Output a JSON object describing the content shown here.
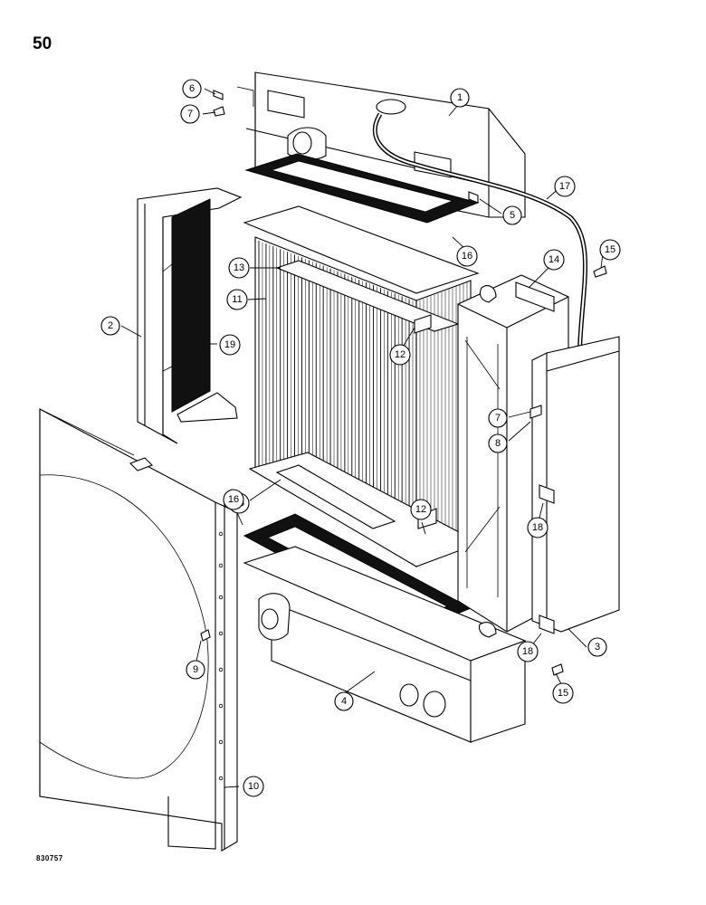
{
  "page": {
    "number": "50",
    "figure_code": "830757"
  },
  "callouts": [
    {
      "label": "1"
    },
    {
      "label": "2"
    },
    {
      "label": "3"
    },
    {
      "label": "4"
    },
    {
      "label": "5"
    },
    {
      "label": "6"
    },
    {
      "label": "7"
    },
    {
      "label": "7"
    },
    {
      "label": "8"
    },
    {
      "label": "9"
    },
    {
      "label": "10"
    },
    {
      "label": "11"
    },
    {
      "label": "12"
    },
    {
      "label": "12"
    },
    {
      "label": "13"
    },
    {
      "label": "13"
    },
    {
      "label": "14"
    },
    {
      "label": "15"
    },
    {
      "label": "15"
    },
    {
      "label": "16"
    },
    {
      "label": "16"
    },
    {
      "label": "17"
    },
    {
      "label": "18"
    },
    {
      "label": "18"
    },
    {
      "label": "19"
    }
  ]
}
